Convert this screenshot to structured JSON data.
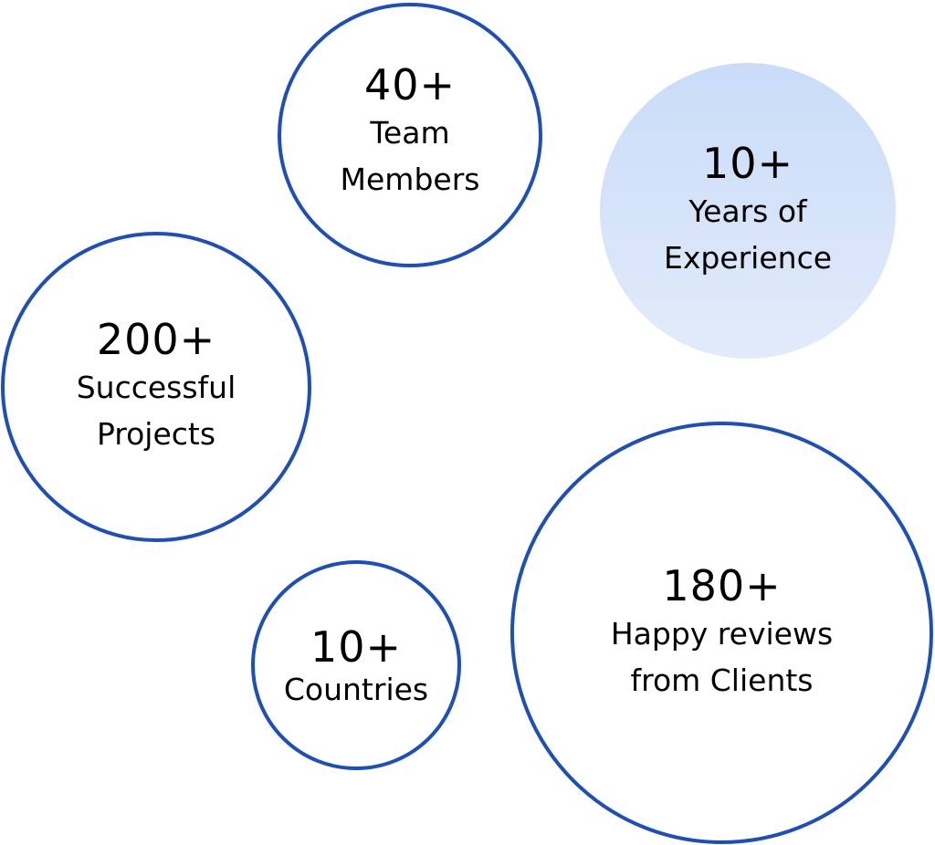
{
  "colors": {
    "outline": "#1c4fbd",
    "fill_top": "#c9dcf8",
    "fill_bottom": "#e2ebfb"
  },
  "stats": [
    {
      "value": "40+",
      "label": "Team\nMembers",
      "style": "outlined"
    },
    {
      "value": "10+",
      "label": "Years of\nExperience",
      "style": "filled"
    },
    {
      "value": "200+",
      "label": "Successful\nProjects",
      "style": "outlined"
    },
    {
      "value": "10+",
      "label": "Countries",
      "style": "outlined"
    },
    {
      "value": "180+",
      "label": "Happy reviews\nfrom Clients",
      "style": "outlined"
    }
  ]
}
